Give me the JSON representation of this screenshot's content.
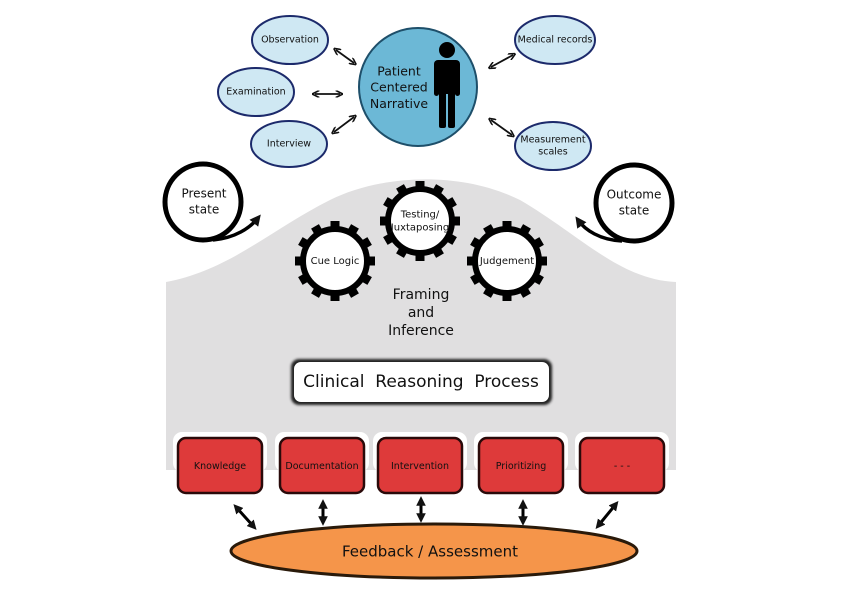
{
  "colors": {
    "source_fill": "#cfe8f3",
    "source_stroke": "#1c2a6b",
    "patient_fill": "#6cb8d6",
    "patient_stroke": "#1e4f6a",
    "process_bg": "#e0dfe0",
    "task_fill": "#de3a3a",
    "task_stroke": "#2a0a0a",
    "feedback_fill": "#f5954a",
    "feedback_stroke": "#2a1a0a"
  },
  "patient": {
    "label_lines": [
      "Patient",
      "Centered",
      "Narrative"
    ],
    "icon": "person-icon"
  },
  "sources_left": [
    {
      "label_lines": [
        "Observation"
      ]
    },
    {
      "label_lines": [
        "Examination"
      ]
    },
    {
      "label_lines": [
        "Interview"
      ]
    }
  ],
  "sources_right": [
    {
      "label_lines": [
        "Medical records"
      ]
    },
    {
      "label_lines": [
        "Measurement",
        "scales"
      ]
    }
  ],
  "states": {
    "present": {
      "label_lines": [
        "Present",
        "state"
      ]
    },
    "outcome": {
      "label_lines": [
        "Outcome",
        "state"
      ]
    }
  },
  "gears": [
    {
      "label_lines": [
        "Cue Logic"
      ]
    },
    {
      "label_lines": [
        "Testing/",
        "Juxtaposing"
      ]
    },
    {
      "label_lines": [
        "Judgement"
      ]
    }
  ],
  "framing": {
    "label_lines": [
      "Framing",
      "and",
      "Inference"
    ]
  },
  "process_title": "Clinical  Reasoning  Process",
  "tasks": [
    {
      "label": "Knowledge"
    },
    {
      "label": "Documentation"
    },
    {
      "label": "Intervention"
    },
    {
      "label": "Prioritizing"
    },
    {
      "label": "- - -"
    }
  ],
  "feedback": {
    "label": "Feedback / Assessment"
  }
}
